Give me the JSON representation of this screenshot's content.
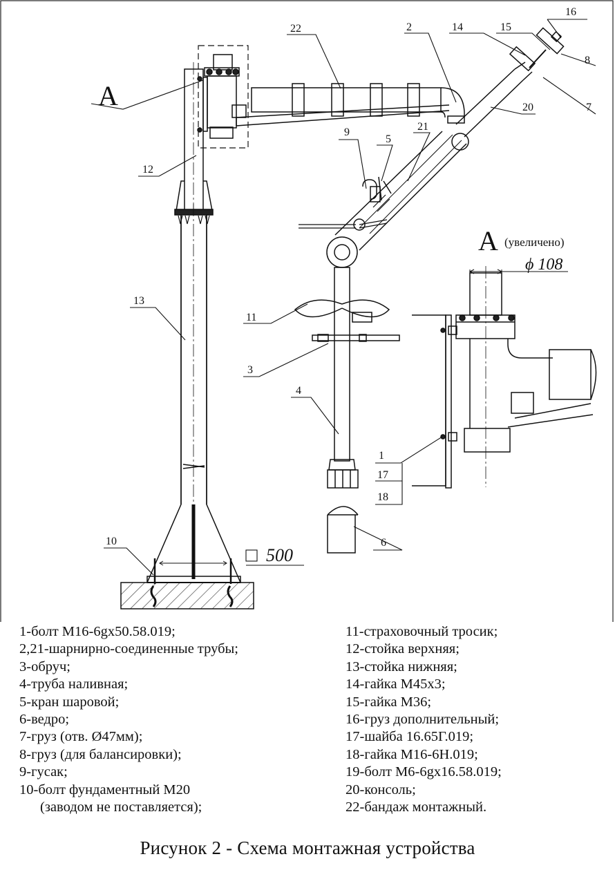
{
  "drawing": {
    "callouts": {
      "n1": "1",
      "n2": "2",
      "n3": "3",
      "n4": "4",
      "n5": "5",
      "n6": "6",
      "n7": "7",
      "n8": "8",
      "n9": "9",
      "n10": "10",
      "n11": "11",
      "n12": "12",
      "n13": "13",
      "n14": "14",
      "n15": "15",
      "n16": "16",
      "n17": "17",
      "n18": "18",
      "n20": "20",
      "n21": "21",
      "n22": "22"
    },
    "section_mark": "А",
    "detail_title": "А",
    "detail_note": "(увеличено)",
    "diameter_label": "ϕ 108",
    "base_size_label": "500"
  },
  "legend": {
    "left": [
      "1-болт М16-6gх50.58.019;",
      "2,21-шарнирно-соединенные трубы;",
      "3-обруч;",
      "4-труба наливная;",
      "5-кран шаровой;",
      "6-ведро;",
      "7-груз (отв. Ø47мм);",
      "8-груз (для балансировки);",
      "9-гусак;",
      "10-болт фундаментный М20",
      "(заводом не поставляется);"
    ],
    "right": [
      "11-страховочный тросик;",
      "12-стойка верхняя;",
      "13-стойка нижняя;",
      "14-гайка М45х3;",
      "15-гайка М36;",
      "16-груз дополнительный;",
      "17-шайба 16.65Г.019;",
      "18-гайка М16-6Н.019;",
      "19-болт М6-6gх16.58.019;",
      "20-консоль;",
      "22-бандаж монтажный."
    ]
  },
  "caption": "Рисунок 2 - Схема монтажная устройства"
}
